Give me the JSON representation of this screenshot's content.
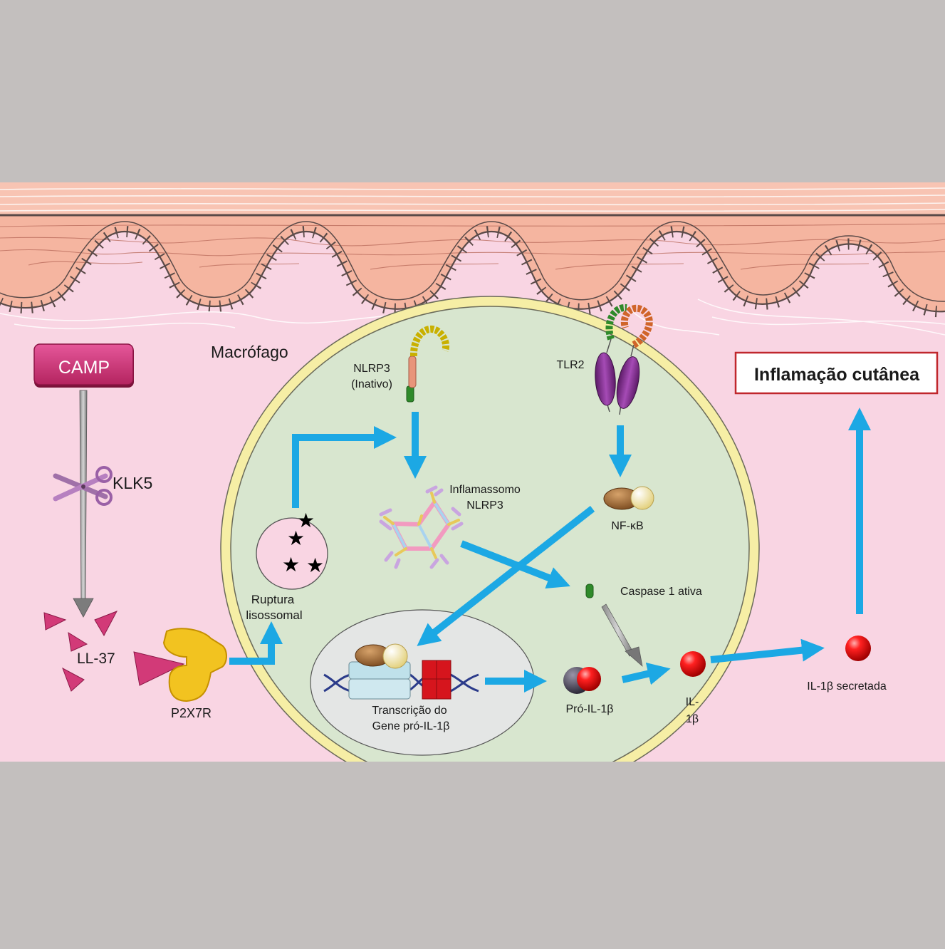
{
  "labels": {
    "camp": "CAMP",
    "klk5": "KLK5",
    "ll37": "LL-37",
    "p2x7r": "P2X7R",
    "macrophage": "Macrófago",
    "nlrp3_1": "NLRP3",
    "nlrp3_2": "(Inativo)",
    "tlr2": "TLR2",
    "inflammasome_1": "Inflamassomo",
    "inflammasome_2": "NLRP3",
    "nfkb": "NF-κB",
    "rupture_1": "Ruptura",
    "rupture_2": "lisossomal",
    "caspase": "Caspase 1 ativa",
    "transcription_1": "Transcrição do",
    "transcription_2": "Gene pró-IL-1β",
    "pro_il1b": "Pró-IL-1β",
    "il1b_1": "IL-",
    "il1b_2": "1β",
    "il1b_secreted": "IL-1β secretada",
    "skin_inflammation": "Inflamação cutânea"
  },
  "colors": {
    "background": "#c3bfbe",
    "tissue": "#f9d5e3",
    "skin": "#f5b5a0",
    "cell": "#d8e6cf",
    "membrane": "#f6eea5",
    "arrow": "#1ca8e4",
    "camp": "#d63a78",
    "receptor": "#f2c320",
    "il1b": "#e60012",
    "outcome_border": "#c0272d"
  }
}
